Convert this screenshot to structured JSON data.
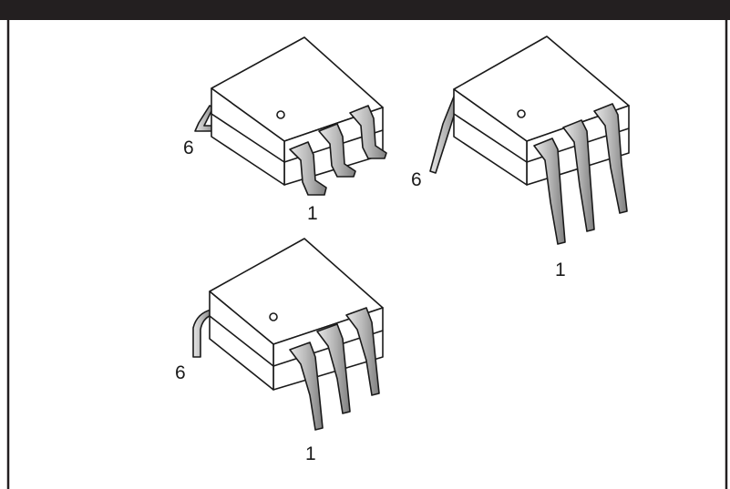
{
  "figure": {
    "colors": {
      "header_bar": "#231f20",
      "body_fill": "#ffffff",
      "outline": "#1a1a1a",
      "lead_fill": "#c8c8c8",
      "lead_shade": "#8a8a8a"
    },
    "packages": [
      {
        "id": "surface-mount",
        "variant": "gull-wing leads",
        "pin_first": "1",
        "pin_last": "6"
      },
      {
        "id": "wide-lead",
        "variant": "straight long leads",
        "pin_first": "1",
        "pin_last": "6"
      },
      {
        "id": "standard-dip",
        "variant": "standard through-hole leads",
        "pin_first": "1",
        "pin_last": "6"
      }
    ]
  }
}
